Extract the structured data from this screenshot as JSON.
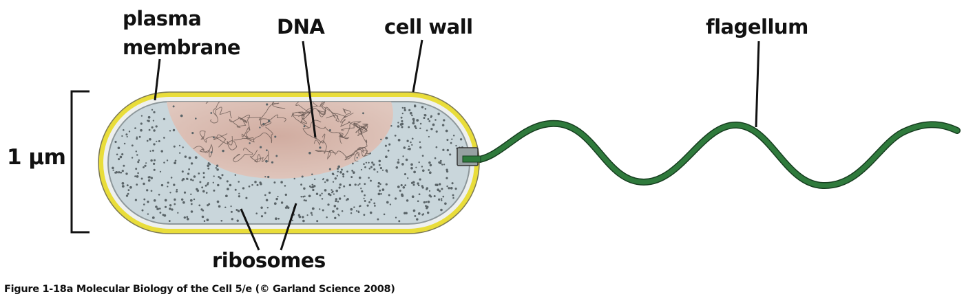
{
  "figure": {
    "labels": {
      "plasma": "plasma",
      "membrane": "membrane",
      "dna": "DNA",
      "cell_wall": "cell wall",
      "flagellum": "flagellum",
      "ribosomes": "ribosomes",
      "scale": "1 μm"
    },
    "caption": "Figure 1-18a  Molecular Biology of the Cell 5/e (© Garland Science 2008)"
  },
  "colors": {
    "cell_wall": "#e9dd3a",
    "plasma_membrane": "#9aa3a6",
    "cytoplasm": "#c9d6db",
    "nucleoid": "#d9b1a4",
    "ribosome": "#5a6468",
    "dna_strand": "#5b4d48",
    "flagellum": "#2f7a3c",
    "leader_line": "#111111"
  }
}
